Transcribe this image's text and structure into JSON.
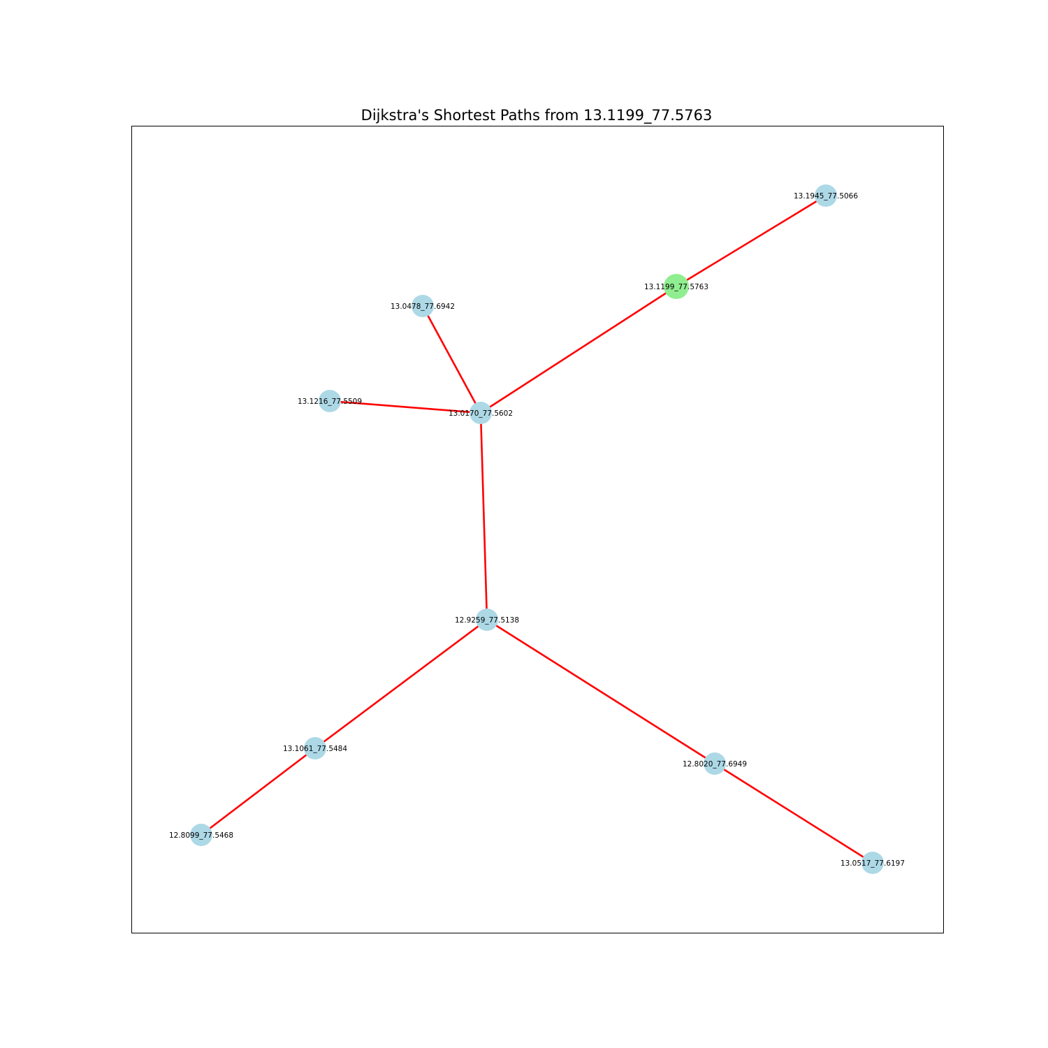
{
  "title": "Dijkstra's Shortest Paths from 13.1199_77.5763",
  "colors": {
    "edge": "#ff0000",
    "node": "#add8e6",
    "source_node": "#90ee90",
    "frame": "#000000"
  },
  "graph": {
    "source": "13.1199_77.5763",
    "nodes": [
      {
        "id": "13.1945_77.5066",
        "label": "13.1945_77.5066"
      },
      {
        "id": "13.1199_77.5763",
        "label": "13.1199_77.5763"
      },
      {
        "id": "13.0478_77.6942",
        "label": "13.0478_77.6942"
      },
      {
        "id": "13.1216_77.5509",
        "label": "13.1216_77.5509"
      },
      {
        "id": "13.0170_77.5602",
        "label": "13.0170_77.5602"
      },
      {
        "id": "12.9259_77.5138",
        "label": "12.9259_77.5138"
      },
      {
        "id": "13.1061_77.5484",
        "label": "13.1061_77.5484"
      },
      {
        "id": "12.8020_77.6949",
        "label": "12.8020_77.6949"
      },
      {
        "id": "12.8099_77.5468",
        "label": "12.8099_77.5468"
      },
      {
        "id": "13.0517_77.6197",
        "label": "13.0517_77.6197"
      }
    ],
    "edges": [
      {
        "from": "13.1199_77.5763",
        "to": "13.1945_77.5066"
      },
      {
        "from": "13.1199_77.5763",
        "to": "13.0170_77.5602"
      },
      {
        "from": "13.0170_77.5602",
        "to": "13.0478_77.6942"
      },
      {
        "from": "13.0170_77.5602",
        "to": "13.1216_77.5509"
      },
      {
        "from": "13.0170_77.5602",
        "to": "12.9259_77.5138"
      },
      {
        "from": "12.9259_77.5138",
        "to": "13.1061_77.5484"
      },
      {
        "from": "12.9259_77.5138",
        "to": "12.8020_77.6949"
      },
      {
        "from": "13.1061_77.5484",
        "to": "12.8099_77.5468"
      },
      {
        "from": "12.8020_77.6949",
        "to": "13.0517_77.6197"
      }
    ]
  }
}
